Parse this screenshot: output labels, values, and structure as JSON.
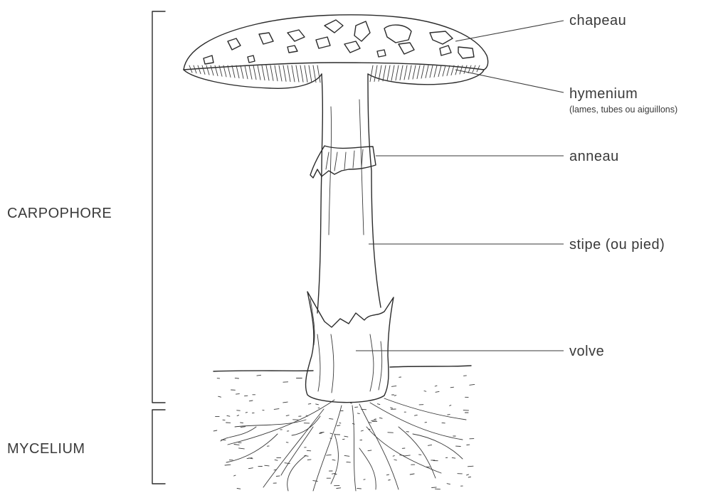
{
  "labels": {
    "carpophore": "CARPOPHORE",
    "mycelium": "MYCELIUM",
    "chapeau": "chapeau",
    "hymenium": "hymenium",
    "hymenium_sub": "(lames, tubes ou aiguillons)",
    "anneau": "anneau",
    "stipe": "stipe (ou pied)",
    "volve": "volve"
  }
}
